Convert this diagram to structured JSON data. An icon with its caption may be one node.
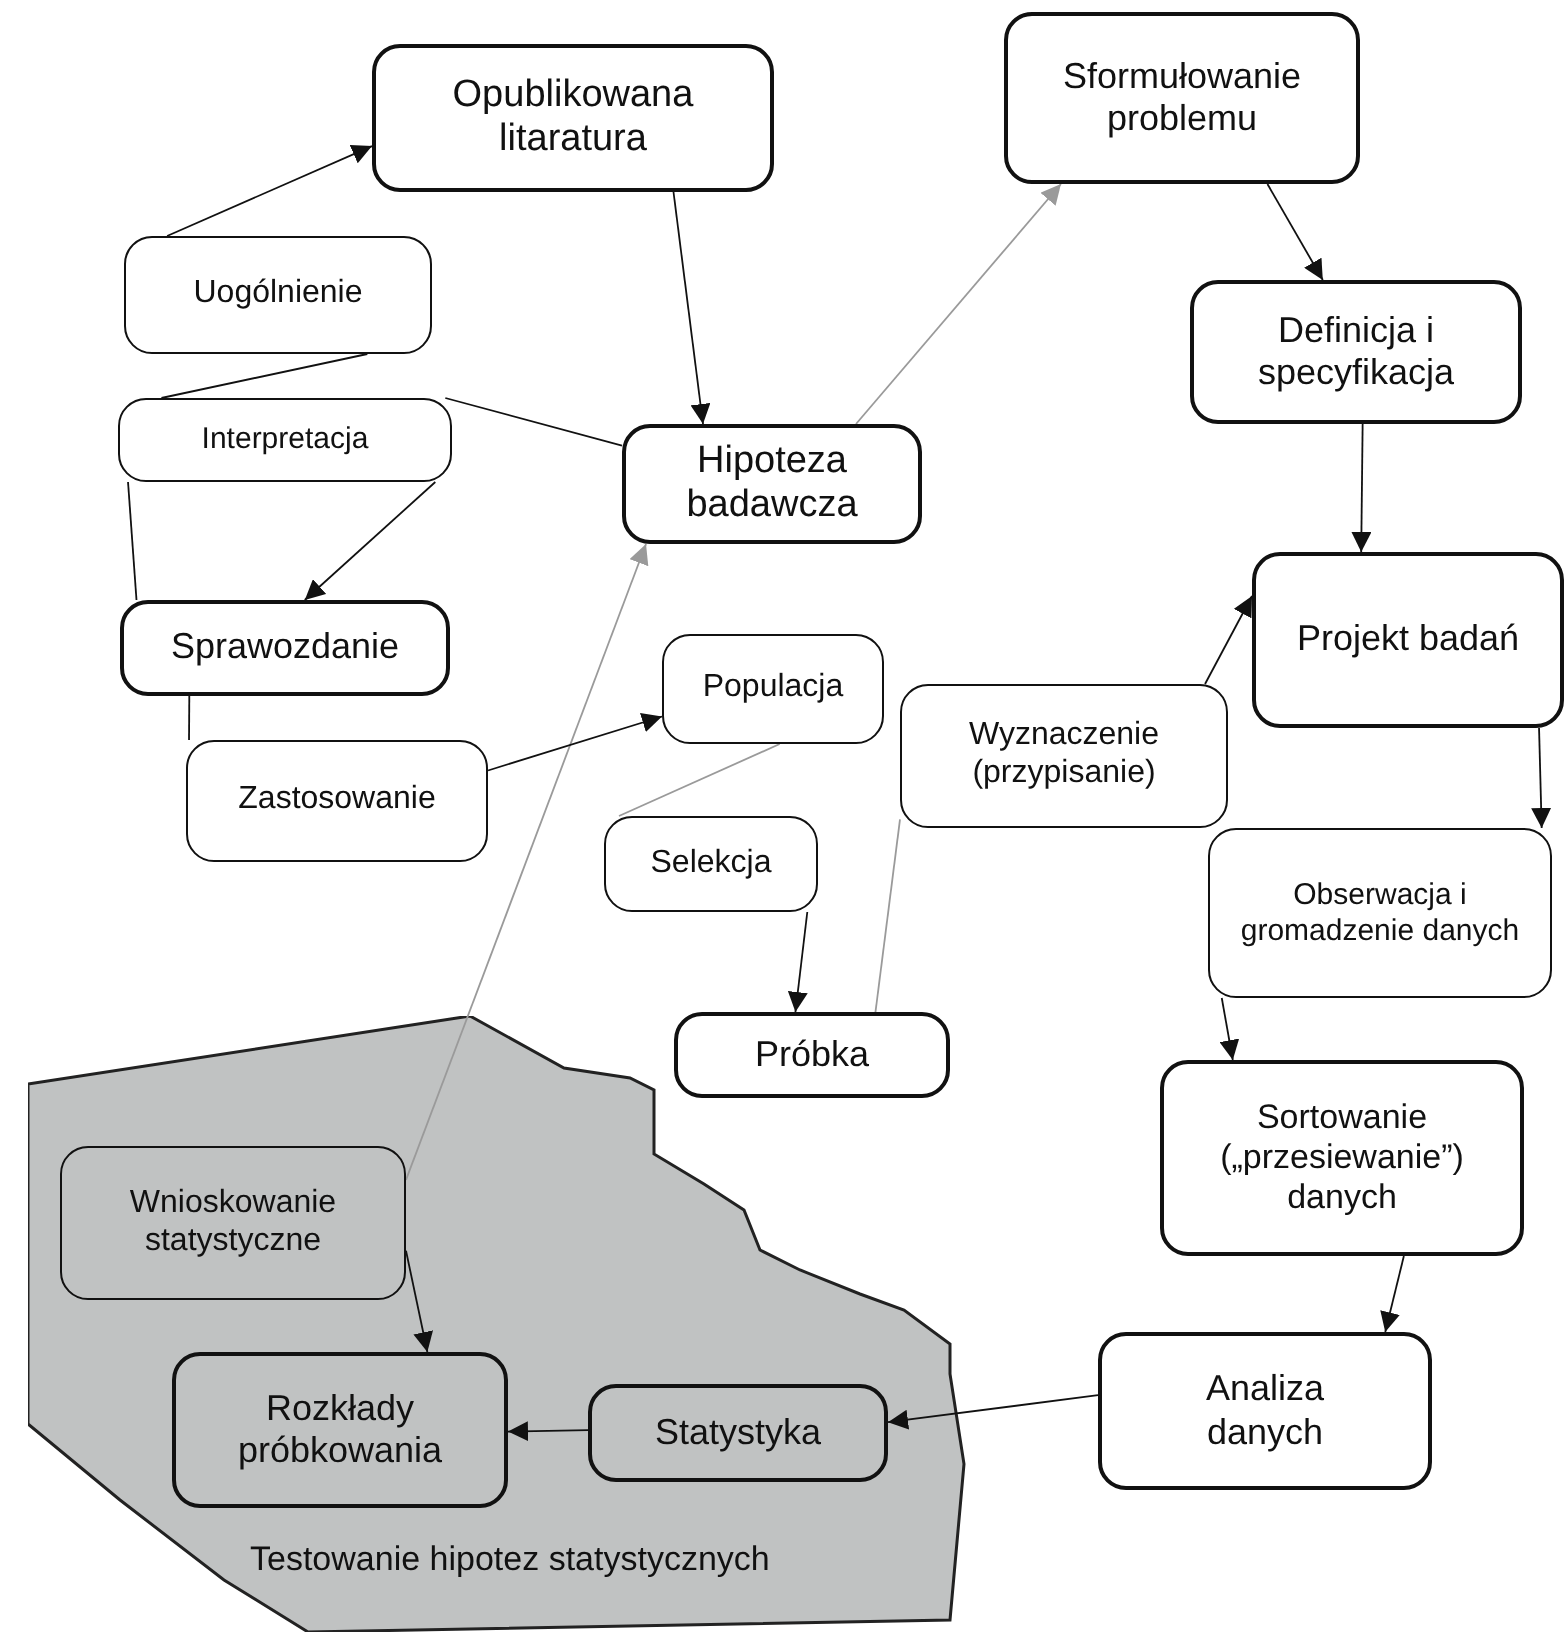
{
  "diagram": {
    "nodes": [
      {
        "text": [
          "Opublikowana litaratura"
        ]
      },
      {
        "text": [
          "Sformułowanie problemu"
        ]
      },
      {
        "text": [
          "Definicja i specyfikacja"
        ]
      },
      {
        "text": [
          "Hipoteza badawcza"
        ]
      },
      {
        "text": [
          "Uogólnienie"
        ]
      },
      {
        "text": [
          "Interpretacja"
        ]
      },
      {
        "text": [
          "Sprawozdanie"
        ]
      },
      {
        "text": [
          "Projekt badań"
        ]
      },
      {
        "text": [
          "Populacja"
        ]
      },
      {
        "text": [
          "Zastosowanie"
        ]
      },
      {
        "text": [
          "Wyznaczenie (przypisanie)"
        ]
      },
      {
        "text": [
          "Selekcja"
        ]
      },
      {
        "text": [
          "Obserwacja i gromadzenie danych"
        ]
      },
      {
        "text": [
          "Próbka"
        ]
      },
      {
        "text": [
          "Sortowanie („przesiewanie”) danych"
        ]
      },
      {
        "text": [
          "Analiza danych"
        ]
      },
      {
        "text": [
          "Testowanie hipotez statystycznych"
        ]
      },
      {
        "text": [
          "Wnioskowanie statystyczne"
        ],
        "in": 16
      },
      {
        "text": [
          "Rozkłady próbkowania"
        ],
        "in": 16
      },
      {
        "text": [
          "Statystyka"
        ],
        "in": 16
      }
    ],
    "edges": [
      {
        "from": 4,
        "to": 0,
        "arrow": "to"
      },
      {
        "from": 5,
        "to": 4,
        "arrow": "none"
      },
      {
        "from": 3,
        "to": 5,
        "arrow": "none"
      },
      {
        "from": 5,
        "to": 6,
        "arrow": "to"
      },
      {
        "from": 6,
        "to": 5,
        "arrow": "none"
      },
      {
        "from": 0,
        "to": 3,
        "arrow": "to"
      },
      {
        "from": 3,
        "to": 1,
        "arrow": "to",
        "color": "#9a9a9a"
      },
      {
        "from": 1,
        "to": 2,
        "arrow": "to"
      },
      {
        "from": 2,
        "to": 7,
        "arrow": "to"
      },
      {
        "from": 7,
        "to": 12,
        "arrow": "to"
      },
      {
        "from": 12,
        "to": 14,
        "arrow": "to"
      },
      {
        "from": 14,
        "to": 15,
        "arrow": "to"
      },
      {
        "from": 15,
        "to": 19,
        "arrow": "to"
      },
      {
        "from": 19,
        "to": 18,
        "arrow": "to"
      },
      {
        "from": 17,
        "to": 18,
        "arrow": "to"
      },
      {
        "from": 17,
        "to": 3,
        "arrow": "to",
        "color": "#9a9a9a"
      },
      {
        "from": 6,
        "to": 9,
        "arrow": "none"
      },
      {
        "from": 9,
        "to": 8,
        "arrow": "to"
      },
      {
        "from": 8,
        "to": 11,
        "arrow": "none",
        "color": "#9a9a9a"
      },
      {
        "from": 11,
        "to": 13,
        "arrow": "to"
      },
      {
        "from": 13,
        "to": 10,
        "arrow": "none",
        "color": "#9a9a9a"
      },
      {
        "from": 10,
        "to": 7,
        "arrow": "to"
      }
    ]
  }
}
